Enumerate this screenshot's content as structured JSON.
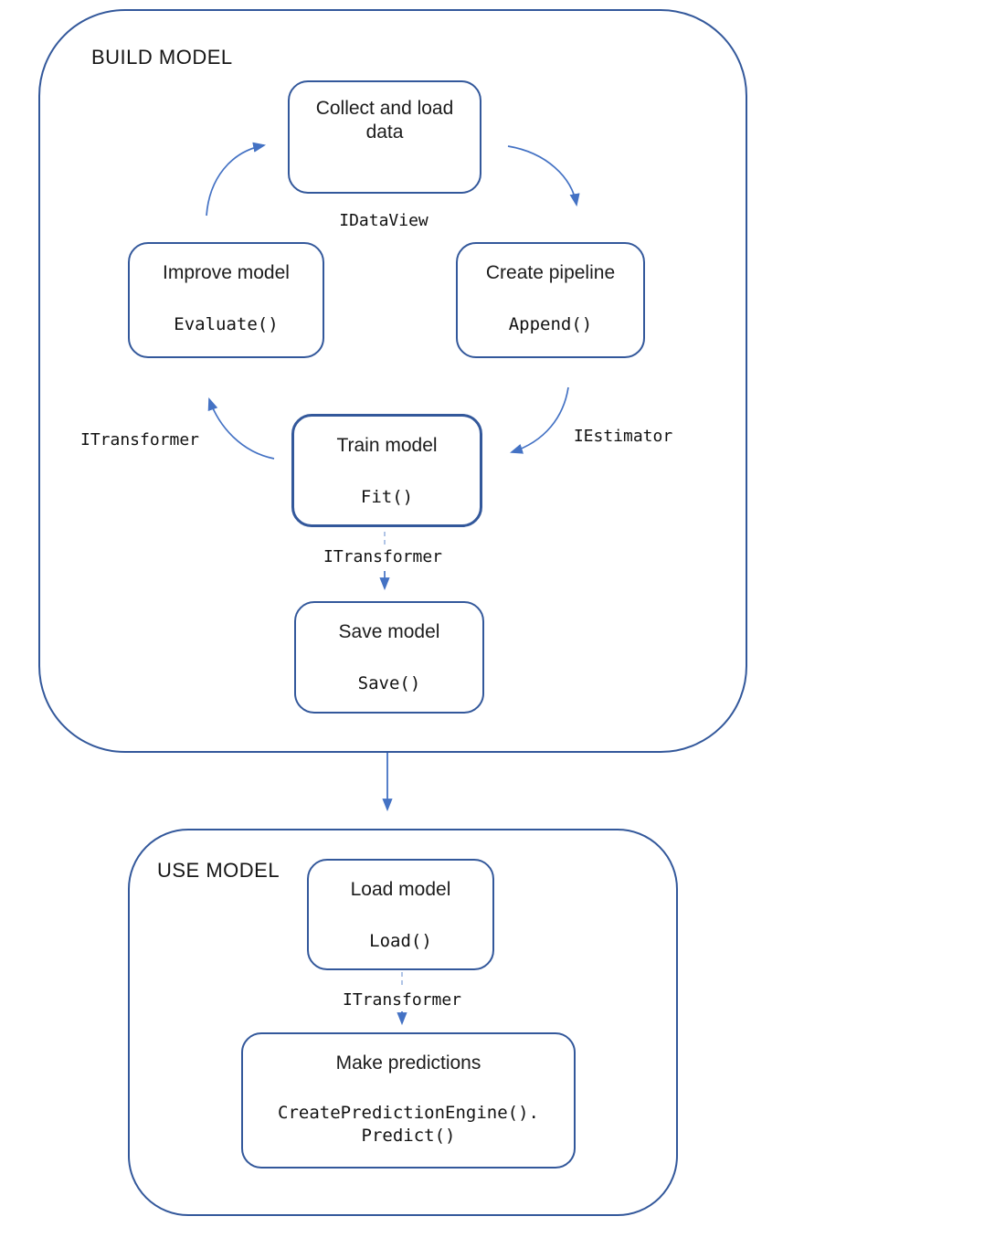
{
  "sections": {
    "build": {
      "label": "BUILD MODEL"
    },
    "use": {
      "label": "USE MODEL"
    }
  },
  "nodes": {
    "collect": {
      "title": "Collect and load data"
    },
    "improve": {
      "title": "Improve model",
      "code": "Evaluate()"
    },
    "create": {
      "title": "Create pipeline",
      "code": "Append()"
    },
    "train": {
      "title": "Train model",
      "code": "Fit()"
    },
    "save": {
      "title": "Save model",
      "code": "Save()"
    },
    "load": {
      "title": "Load model",
      "code": "Load()"
    },
    "predict": {
      "title": "Make predictions",
      "code_line1": "CreatePredictionEngine().",
      "code_line2": "Predict()"
    }
  },
  "edge_labels": {
    "idataview": "IDataView",
    "itransformer_left": "ITransformer",
    "iestimator": "IEstimator",
    "itransformer_mid": "ITransformer",
    "itransformer_use": "ITransformer"
  },
  "colors": {
    "box_border": "#33589B",
    "arrow": "#4472C4",
    "dashed_connector": "#9DB6E0",
    "text": "#1c1c1c"
  }
}
